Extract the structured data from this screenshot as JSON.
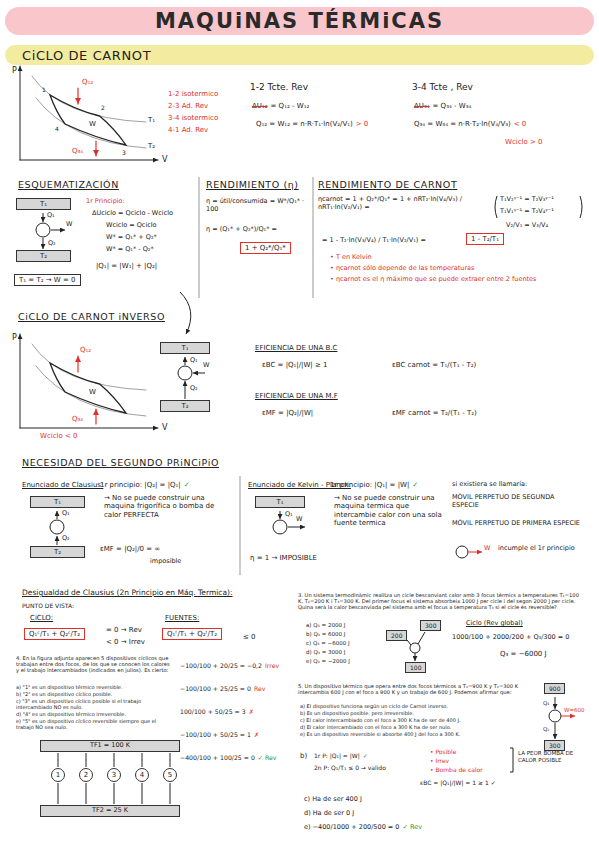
{
  "diagram": {
    "title": "MAQUiNAS TÉRMiCAS",
    "nodes": [
      {
        "text": [
          "T₁"
        ]
      },
      {
        "text": [
          "T₂"
        ]
      },
      {
        "text": [
          "T₁ = T₂ → W = 0"
        ]
      },
      {
        "text": [
          "1 + Q₂*/Q₁*"
        ]
      },
      {
        "text": [
          "1 - T₂/T₁"
        ]
      },
      {
        "text": [
          "T₁"
        ]
      },
      {
        "text": [
          "T₂"
        ]
      },
      {
        "text": [
          "T₁"
        ]
      },
      {
        "text": [
          "T₂"
        ]
      },
      {
        "text": [
          "T₁"
        ]
      },
      {
        "text": [
          "Q₁ᶜ/T₁ + Q₂ᶜ/T₂"
        ]
      },
      {
        "text": [
          "Q₁ᶠ/T₁ + Q₂ᶠ/T₂"
        ]
      },
      {
        "text": [
          "300"
        ]
      },
      {
        "text": [
          "200"
        ]
      },
      {
        "text": [
          "100"
        ]
      },
      {
        "text": [
          "TF1 = 100 K"
        ]
      },
      {
        "text": [
          "1"
        ]
      },
      {
        "text": [
          "2"
        ]
      },
      {
        "text": [
          "3"
        ]
      },
      {
        "text": [
          "4"
        ]
      },
      {
        "text": [
          "5"
        ]
      },
      {
        "text": [
          "TF2 = 25 K"
        ]
      },
      {
        "text": [
          "900"
        ]
      },
      {
        "text": [
          "300"
        ]
      }
    ],
    "labels": [
      "CiCLO DE CARNOT",
      "P",
      "V",
      "Q₁₂",
      "W",
      "T₁",
      "T₂",
      "Q₃₄",
      "1",
      "2",
      "3",
      "4",
      "1-2 isotermico",
      "2-3 Ad. Rev",
      "3-4 isotermico",
      "4-1 Ad. Rev",
      "1-2 Tcte. Rev",
      "ΔU₁₂",
      "= Q₁₂ - W₁₂",
      "Q₁₂ = W₁₂ = n·R·T₁·ln(V₂/V₁)",
      "> 0",
      "3-4 Tcte , Rev",
      "ΔU₃₄",
      "= Q₃₄ - W₃₄",
      "Q₃₄ = W₃₄ = n·R·T₂·ln(V₄/V₃)",
      "< 0",
      "Wciclo > 0",
      "ESQUEMATIZACIÓN",
      "Q₁",
      "W",
      "Q₂",
      "1r Principio:",
      "ΔUciclo = Qciclo - Wciclo",
      "Wciclo = Qciclo",
      "W* = Q₁* + Q₂*",
      "W* = Q₁* - Q₂*",
      "|Q₁| = |W₁| + |Q₂|",
      "RENDIMIENTO (η)",
      "η = útil/consumida = W*/Q₁* · 100",
      "η = (Q₁* + Q₂*)/Q₁* =",
      "RENDIMIENTO DE CARNOT",
      "ηcarnot = 1 + Q₂*/Q₁* = 1 + nRT₂·ln(V₄/V₃) / nRT₁·ln(V₂/V₁) =",
      "T₁V₂ᵞ⁻¹ = T₂V₃ᵞ⁻¹",
      "T₁V₁ᵞ⁻¹ = T₂V₄ᵞ⁻¹",
      "V₂/V₁ = V₃/V₄",
      "= 1 - T₂·ln(V₃/V₄) / T₁·ln(V₂/V₁) =",
      "• T en Kelvin",
      "• ηcarnot sólo depende de las temperaturas",
      "• ηcarnot es el η máximo que se puede extraer entre 2 fuentes",
      "CiCLO DE CARNOT iNVERSO",
      "P",
      "V",
      "W",
      "Q₁₂",
      "Q₃₄",
      "Wciclo < 0",
      "Q₁",
      "W",
      "Q₂",
      "EFICIENCIA DE UNA B.C",
      "εBC = |Q₁|/|W| ≥ 1",
      "εBC carnot = T₁/(T₁ - T₂)",
      "EFICIENCIA DE UNA M.F",
      "εMF = |Q₂|/|W|",
      "εMF carnot = T₂/(T₁ - T₂)",
      "NECESIDAD DEL SEGUNDO PRiNCiPiO",
      "Enunciado de Clausius:",
      "Q₁",
      "Q₂",
      "1r principio: |Q₂| = |Q₁|",
      "✓",
      "→ No se puede construir una maquina frigorífica o bomba de calor PERFECTA",
      "εMF = |Q₂|/0 = ∞",
      "imposible",
      "Enunciado de Kelvin - Planck:",
      "Q₁",
      "W",
      "η = 1 → IMPOSIBLE",
      "1r principio: |Q₁| = |W|",
      "✓",
      "→ No se puede construir una maquina termica que intercambie calor con una sola fuente termica",
      "si existiera se llamaría:",
      "MÓVIL PERPETUO DE SEGUNDA ESPECIE",
      "MÓVIL PERPETUO DE PRIMERA ESPECIE",
      "W",
      "incumple el 1r principio",
      "Desigualdad de Clausius (2n Principio en Máq. Termica):",
      "PUNTO DE VISTA:",
      "CiCLO:",
      "= 0 → Rev",
      "< 0 → Irrev",
      "FUENTES:",
      "≤ 0",
      "3. Un sistema termodinàmic realitza un cicle bescanviant calor amb 3 focus tèrmics a temperatures T₁=100 K, T₂=200 K i T₃=300 K. Del primer focus el sistema absorbeix 1000 J per cicle i del segon 2000 J per cicle. Quina serà la calor bescanviada pel sistema amb el focus a temperatura T₃ si el cicle és reversible?",
      "a) Q₃ = 2000 J",
      "b) Q₃ = 6000 J",
      "c) Q₃ = −6000 J",
      "d) Q₃ = 3000 J",
      "e) Q₃ = −2000 J",
      "Ciclo (Rev global)",
      "1000/100 + 2000/200 + Q₃/300 = 0",
      "Q₃ = −6000 J",
      "4. En la figura adjunta aparecen 5 dispositivos cíclicos que trabajan entre dos focos, de los que se conocen los calores y el trabajo intercambiados (indicados en julios). Es cierto:",
      "a) \"1\" es un dispositivo térmico reversible.",
      "b) \"2\" es un dispositivo cíclico posible.",
      "c) \"3\" es un dispositivo cíclico posible si el trabajo intercambiado NO es nulo.",
      "d) \"4\" es un dispositivo térmico irreversible.",
      "e) \"5\" es un dispositivo cíclico reversible siempre que el trabajo NO sea nulo.",
      "−100/100 + 20/25 = −0,2",
      "Irrev",
      "−100/100 + 25/25 = 0",
      "Rev",
      "100/100 + 50/25 = 3",
      "✗",
      "−100/100 + 50/25 = 1",
      "✗",
      "−400/100 + 100/25 = 0",
      "✓ Rev",
      "5. Un dispositivo térmico que opera entre dos focos térmicos a T₁=900 K y T₂=300 K intercambia 600 J con el foco a 900 K y un trabajo de 600 J. Podemos afirmar que:",
      "a) El dispositivo funciona según un ciclo de Carnot inverso.",
      "b) Es un dispositivo posible, pero irreversible.",
      "c) El calor intercambiado con el foco a 300 K ha de ser de 400 J.",
      "d) El calor intercambiado con el foco a 300 K ha de ser nulo.",
      "e) Es un dispositivo reversible si absorbe 400 J del foco a 300 K.",
      "Q₁",
      "W=600",
      "Q₂",
      "b)",
      "1r P: |Q₁| = |W|",
      "✓",
      "2n P: Q₁/T₁ ≤ 0 → valido",
      "• Posible",
      "• Irrev",
      "• Bomba de calor",
      "εBC = |Q₁|/|W| = 1 ≥ 1 ✓",
      "LA PEOR BOMBA DE CALOR POSIBLE",
      "c) Ha de ser 400 J",
      "d) Ha de ser 0 J",
      "e) −400/1000 + 200/500 = 0",
      "✓ Rev"
    ]
  }
}
